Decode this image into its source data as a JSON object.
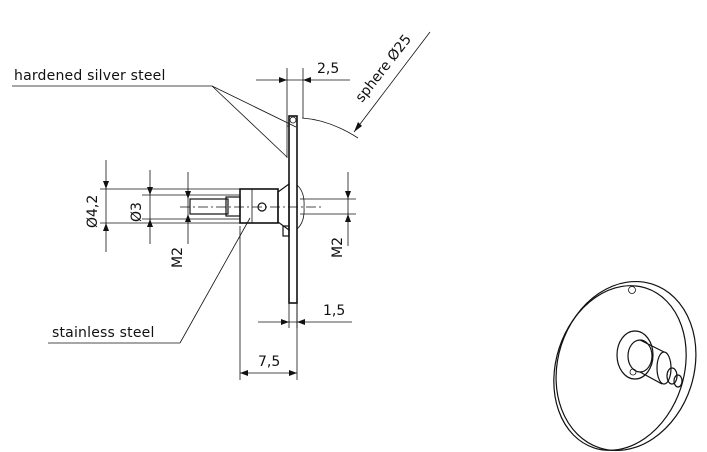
{
  "labels": {
    "material_disc": "hardened silver steel",
    "material_shaft": "stainless steel"
  },
  "dimensions": {
    "disc_thickness": "2,5",
    "sphere_radius": "sphere Ø25",
    "outer_diameter": "Ø4,2",
    "inner_diameter": "Ø3",
    "thread_left": "M2",
    "thread_right": "M2",
    "edge_thickness": "1,5",
    "total_length": "7,5"
  },
  "colors": {
    "line": "#111111",
    "background": "#ffffff"
  }
}
